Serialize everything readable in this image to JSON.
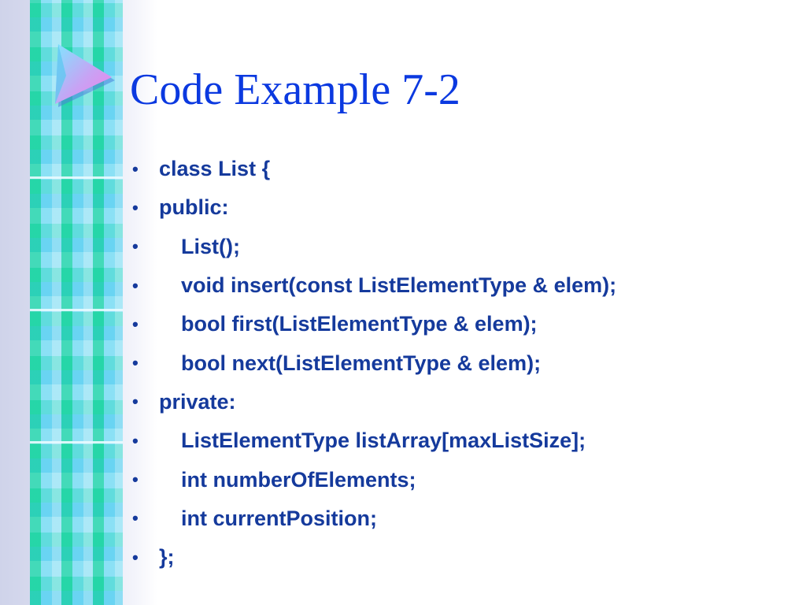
{
  "slide": {
    "title": "Code Example 7-2",
    "bullet_char": "•",
    "lines": [
      {
        "text": "class List {",
        "indent": false
      },
      {
        "text": "public:",
        "indent": false
      },
      {
        "text": "List();",
        "indent": true
      },
      {
        "text": "void insert(const ListElementType & elem);",
        "indent": true
      },
      {
        "text": "bool first(ListElementType & elem);",
        "indent": true
      },
      {
        "text": "bool next(ListElementType & elem);",
        "indent": true
      },
      {
        "text": "private:",
        "indent": false
      },
      {
        "text": "ListElementType listArray[maxListSize];",
        "indent": true
      },
      {
        "text": "int numberOfElements;",
        "indent": true
      },
      {
        "text": "int currentPosition;",
        "indent": true
      },
      {
        "text": "};",
        "indent": false
      }
    ]
  },
  "colors": {
    "title": "#0b39e0",
    "body_text": "#153a9c",
    "strip_base": "#6fd6e8",
    "strip_accent": "#00d28c"
  },
  "decoration": {
    "icon": "triangle-arrow-icon"
  }
}
